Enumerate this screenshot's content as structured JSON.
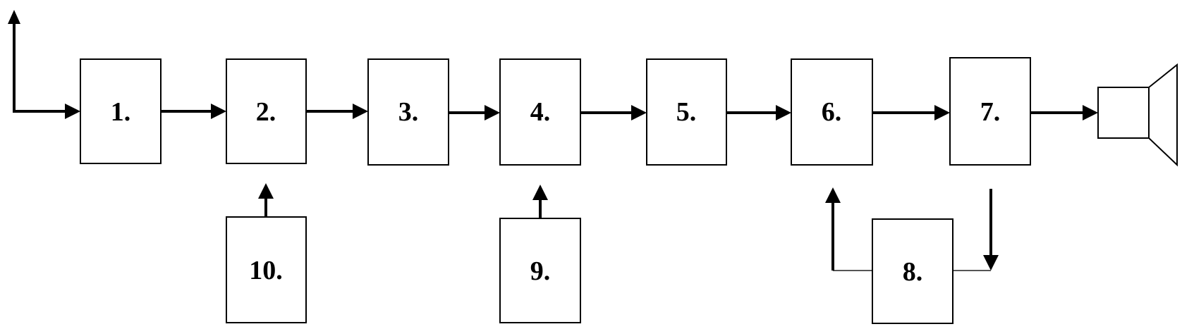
{
  "diagram": {
    "blocks": [
      {
        "id": "b1",
        "label": "1."
      },
      {
        "id": "b2",
        "label": "2."
      },
      {
        "id": "b3",
        "label": "3."
      },
      {
        "id": "b4",
        "label": "4."
      },
      {
        "id": "b5",
        "label": "5."
      },
      {
        "id": "b6",
        "label": "6."
      },
      {
        "id": "b7",
        "label": "7."
      },
      {
        "id": "b8",
        "label": "8."
      },
      {
        "id": "b9",
        "label": "9."
      },
      {
        "id": "b10",
        "label": "10."
      }
    ],
    "connections": [
      {
        "from": "antenna",
        "to": "b1"
      },
      {
        "from": "b1",
        "to": "b2"
      },
      {
        "from": "b2",
        "to": "b3"
      },
      {
        "from": "b3",
        "to": "b4"
      },
      {
        "from": "b4",
        "to": "b5"
      },
      {
        "from": "b5",
        "to": "b6"
      },
      {
        "from": "b6",
        "to": "b7"
      },
      {
        "from": "b7",
        "to": "speaker"
      },
      {
        "from": "b10",
        "to": "b2"
      },
      {
        "from": "b9",
        "to": "b4"
      },
      {
        "from": "b7",
        "to": "b8"
      },
      {
        "from": "b8",
        "to": "b6"
      }
    ],
    "colors": {
      "line": "#000000",
      "feedback_line": "#555555",
      "background": "#ffffff"
    }
  }
}
